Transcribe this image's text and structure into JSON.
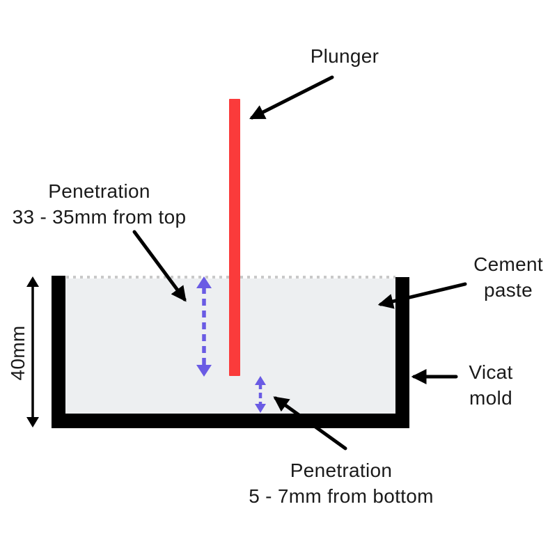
{
  "diagram": {
    "subject": "vicat-mold-cement-consistency-test",
    "labels": {
      "plunger": "Plunger",
      "penetration_top_line1": "Penetration",
      "penetration_top_line2": "33 - 35mm from top",
      "cement_paste_line1": "Cement",
      "cement_paste_line2": "paste",
      "vicat_mold_line1": "Vicat",
      "vicat_mold_line2": "mold",
      "penetration_bottom_line1": "Penetration",
      "penetration_bottom_line2": "5 - 7mm from bottom",
      "mold_height": "40mm"
    }
  },
  "colors": {
    "plunger_red": "#fa3b3b",
    "paste_gray": "#edeff1",
    "mold_black": "#000000",
    "arrow_blue": "#6a5be4",
    "dotted_gray": "#c9c9c9",
    "text": "#1a1a1a",
    "background": "#ffffff"
  }
}
